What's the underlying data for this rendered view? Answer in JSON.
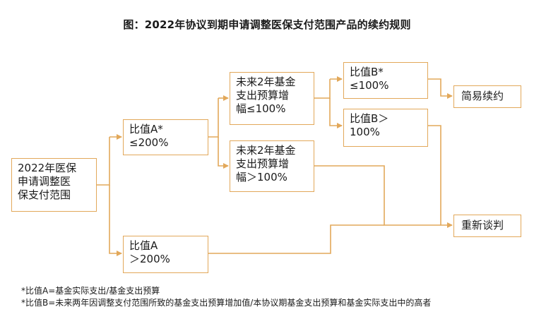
{
  "title": "图：2022年协议到期申请调整医保支付范围产品的续约规则",
  "nodes": {
    "start": "2022年医保\n申请调整医\n保支付范围",
    "ratio_a_le": "比值A*\n≤200%",
    "ratio_a_gt": "比值A\n＞200%",
    "budget_le": "未来2年基金\n支出预算增\n幅≤100%",
    "budget_gt": "未来2年基金\n支出预算增\n幅＞100%",
    "ratio_b_le": "比值B*\n≤100%",
    "ratio_b_gt": "比值B＞\n100%",
    "simple_renewal": "简易续约",
    "renegotiate": "重新谈判"
  },
  "notes": [
    "*比值A=基金实际支出/基金支出预算",
    "*比值B=未来两年因调整支付范围所致的基金支出预算增加值/本协议期基金支出预算和基金实际支出中的高者"
  ],
  "colors": {
    "line": "#e2a85a",
    "box_border": "#e2a85a",
    "text": "#1a1a1a"
  }
}
